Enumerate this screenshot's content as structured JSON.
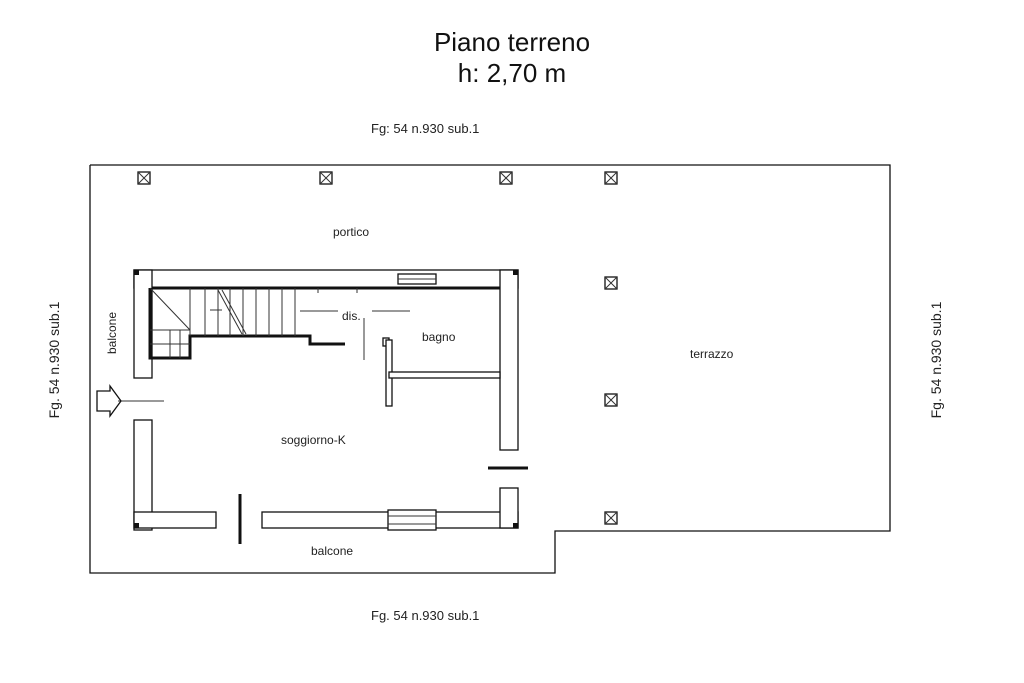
{
  "title": "Piano terreno",
  "height_label": "h: 2,70 m",
  "boundaries": {
    "top": "Fg: 54 n.930 sub.1",
    "bottom": "Fg. 54 n.930 sub.1",
    "left": "Fg. 54 n.930 sub.1",
    "right": "Fg. 54 n.930 sub.1"
  },
  "rooms": {
    "portico": "portico",
    "dis": "dis.",
    "bagno": "bagno",
    "balcone_left": "balcone",
    "soggiorno": "soggiorno-K",
    "balcone_bottom": "balcone",
    "terrazzo": "terrazzo"
  },
  "icons": {
    "pillar": "pillar-cross-box-icon",
    "entrance": "entrance-arrow-icon"
  }
}
